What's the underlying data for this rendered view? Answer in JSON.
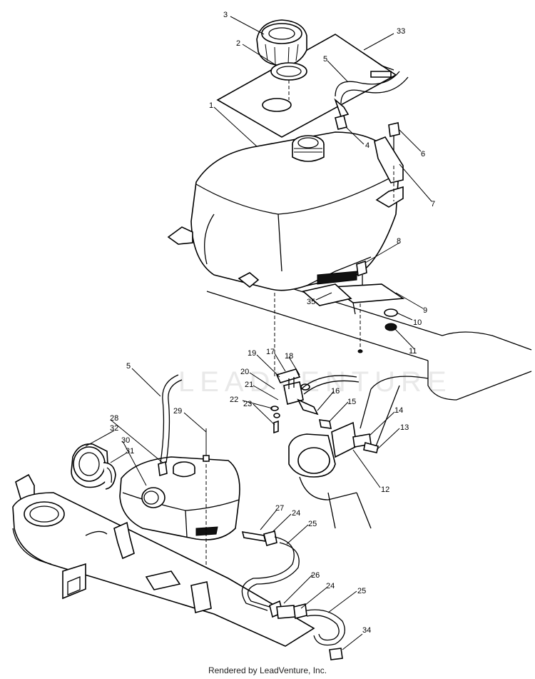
{
  "labels": {
    "p1": "1",
    "p2": "2",
    "p3": "3",
    "p4": "4",
    "p5a": "5",
    "p5b": "5",
    "p6": "6",
    "p7": "7",
    "p8": "8",
    "p9": "9",
    "p10": "10",
    "p11": "11",
    "p12": "12",
    "p13": "13",
    "p14": "14",
    "p15": "15",
    "p16": "16",
    "p17": "17",
    "p18": "18",
    "p19": "19",
    "p20": "20",
    "p21": "21",
    "p22": "22",
    "p23": "23",
    "p24a": "24",
    "p24b": "24",
    "p25a": "25",
    "p25b": "25",
    "p26": "26",
    "p27": "27",
    "p28": "28",
    "p29": "29",
    "p30": "30",
    "p31": "31",
    "p32": "32",
    "p33": "33",
    "p34": "34",
    "p35": "35"
  },
  "watermark": "LEADVENTURE",
  "footer": "Rendered by LeadVenture, Inc."
}
